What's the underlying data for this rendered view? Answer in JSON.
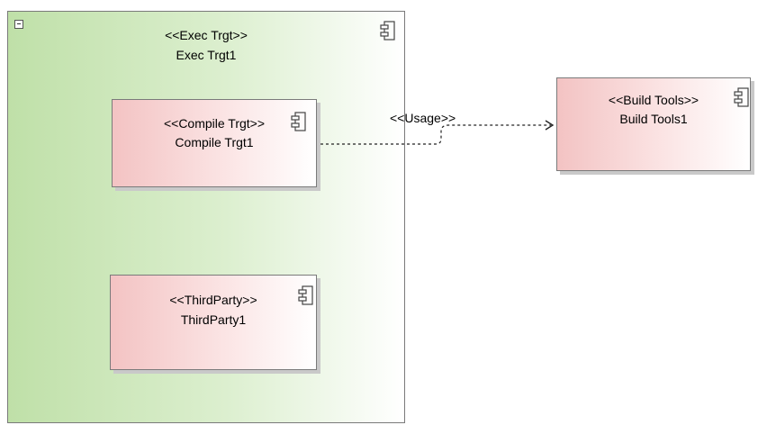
{
  "diagram": {
    "exec_target": {
      "stereotype": "<<Exec Trgt>>",
      "name": "Exec Trgt1"
    },
    "compile_target": {
      "stereotype": "<<Compile Trgt>>",
      "name": "Compile Trgt1"
    },
    "third_party": {
      "stereotype": "<<ThirdParty>>",
      "name": "ThirdParty1"
    },
    "build_tools": {
      "stereotype": "<<Build Tools>>",
      "name": "Build Tools1"
    },
    "usage_edge": {
      "label": "<<Usage>>"
    },
    "icons": {
      "component": "component-icon",
      "collapse": "collapse-icon"
    },
    "colors": {
      "exec_fill": "#bfe0a8",
      "component_fill": "#f3c3c3",
      "border": "#7a7a7a"
    }
  }
}
